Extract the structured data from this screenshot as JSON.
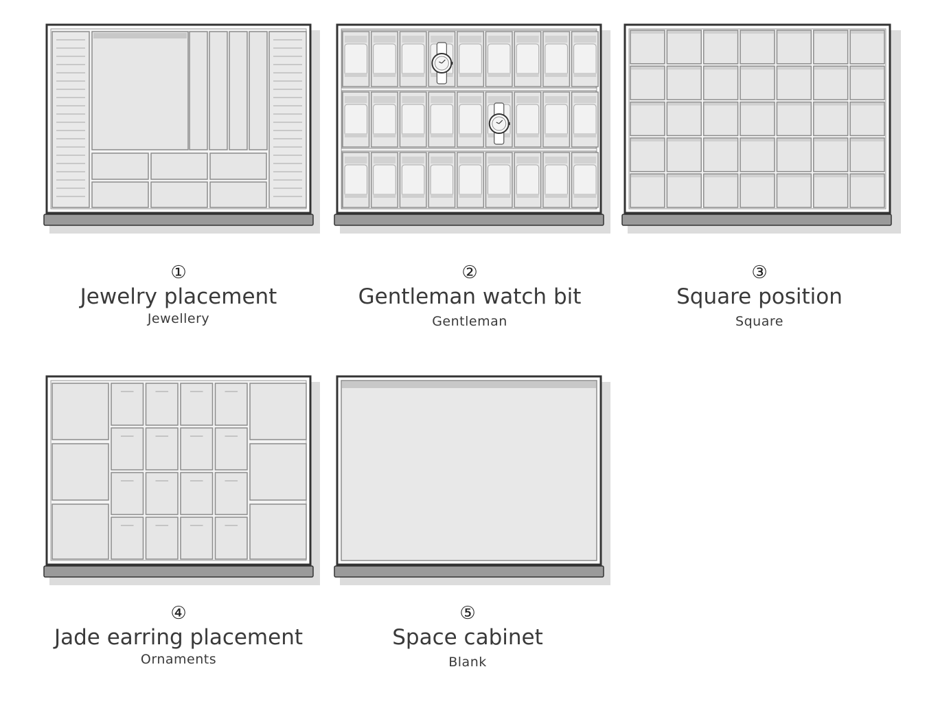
{
  "items": [
    {
      "number": "①",
      "title": "Jewelry placement",
      "subtitle": "Jewellery"
    },
    {
      "number": "②",
      "title": "Gentleman watch bit",
      "subtitle": "Gentleman"
    },
    {
      "number": "③",
      "title": "Square position",
      "subtitle": "Square"
    },
    {
      "number": "④",
      "title": "Jade earring placement",
      "subtitle": "Ornaments"
    },
    {
      "number": "⑤",
      "title": "Space cabinet",
      "subtitle": "Blank"
    }
  ],
  "colors": {
    "frame": "#333333",
    "compartment": "#e6e6e6",
    "compartment_edge": "#8c8c8c",
    "base": "#9a9a9a",
    "shadow": "#dcdcdc"
  }
}
